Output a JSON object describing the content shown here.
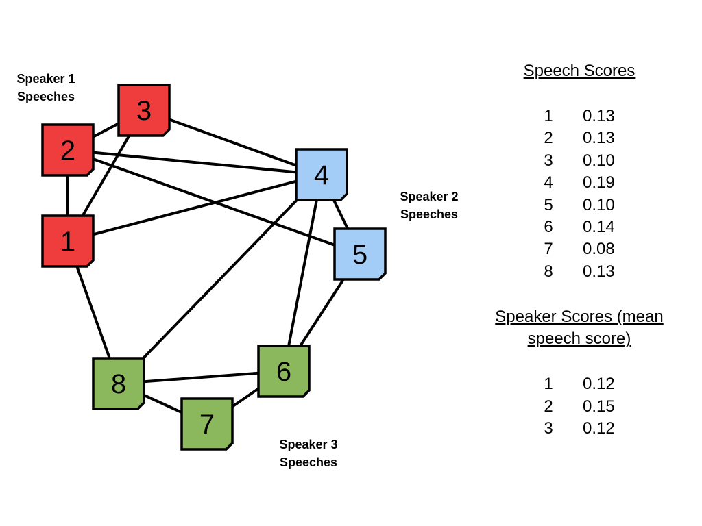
{
  "groups": [
    {
      "label": "Speaker 1\nSpeeches",
      "color": "#ef3d3d"
    },
    {
      "label": "Speaker 2\nSpeeches",
      "color": "#a3cdf7"
    },
    {
      "label": "Speaker 3\nSpeeches",
      "color": "#8cb85d"
    }
  ],
  "nodes": [
    {
      "id": "1",
      "group": 0
    },
    {
      "id": "2",
      "group": 0
    },
    {
      "id": "3",
      "group": 0
    },
    {
      "id": "4",
      "group": 1
    },
    {
      "id": "5",
      "group": 1
    },
    {
      "id": "6",
      "group": 2
    },
    {
      "id": "7",
      "group": 2
    },
    {
      "id": "8",
      "group": 2
    }
  ],
  "edges": [
    [
      "1",
      "2"
    ],
    [
      "2",
      "3"
    ],
    [
      "1",
      "3"
    ],
    [
      "2",
      "4"
    ],
    [
      "3",
      "4"
    ],
    [
      "1",
      "4"
    ],
    [
      "2",
      "5"
    ],
    [
      "4",
      "5"
    ],
    [
      "1",
      "8"
    ],
    [
      "4",
      "8"
    ],
    [
      "4",
      "6"
    ],
    [
      "5",
      "6"
    ],
    [
      "8",
      "6"
    ],
    [
      "8",
      "7"
    ],
    [
      "7",
      "6"
    ]
  ],
  "speech_scores": {
    "title": "Speech Scores",
    "rows": [
      {
        "id": "1",
        "score": "0.13"
      },
      {
        "id": "2",
        "score": "0.13"
      },
      {
        "id": "3",
        "score": "0.10"
      },
      {
        "id": "4",
        "score": "0.19"
      },
      {
        "id": "5",
        "score": "0.10"
      },
      {
        "id": "6",
        "score": "0.14"
      },
      {
        "id": "7",
        "score": "0.08"
      },
      {
        "id": "8",
        "score": "0.13"
      }
    ]
  },
  "speaker_scores": {
    "title": "Speaker Scores (mean\nspeech score)",
    "rows": [
      {
        "id": "1",
        "score": "0.12"
      },
      {
        "id": "2",
        "score": "0.15"
      },
      {
        "id": "3",
        "score": "0.12"
      }
    ]
  }
}
